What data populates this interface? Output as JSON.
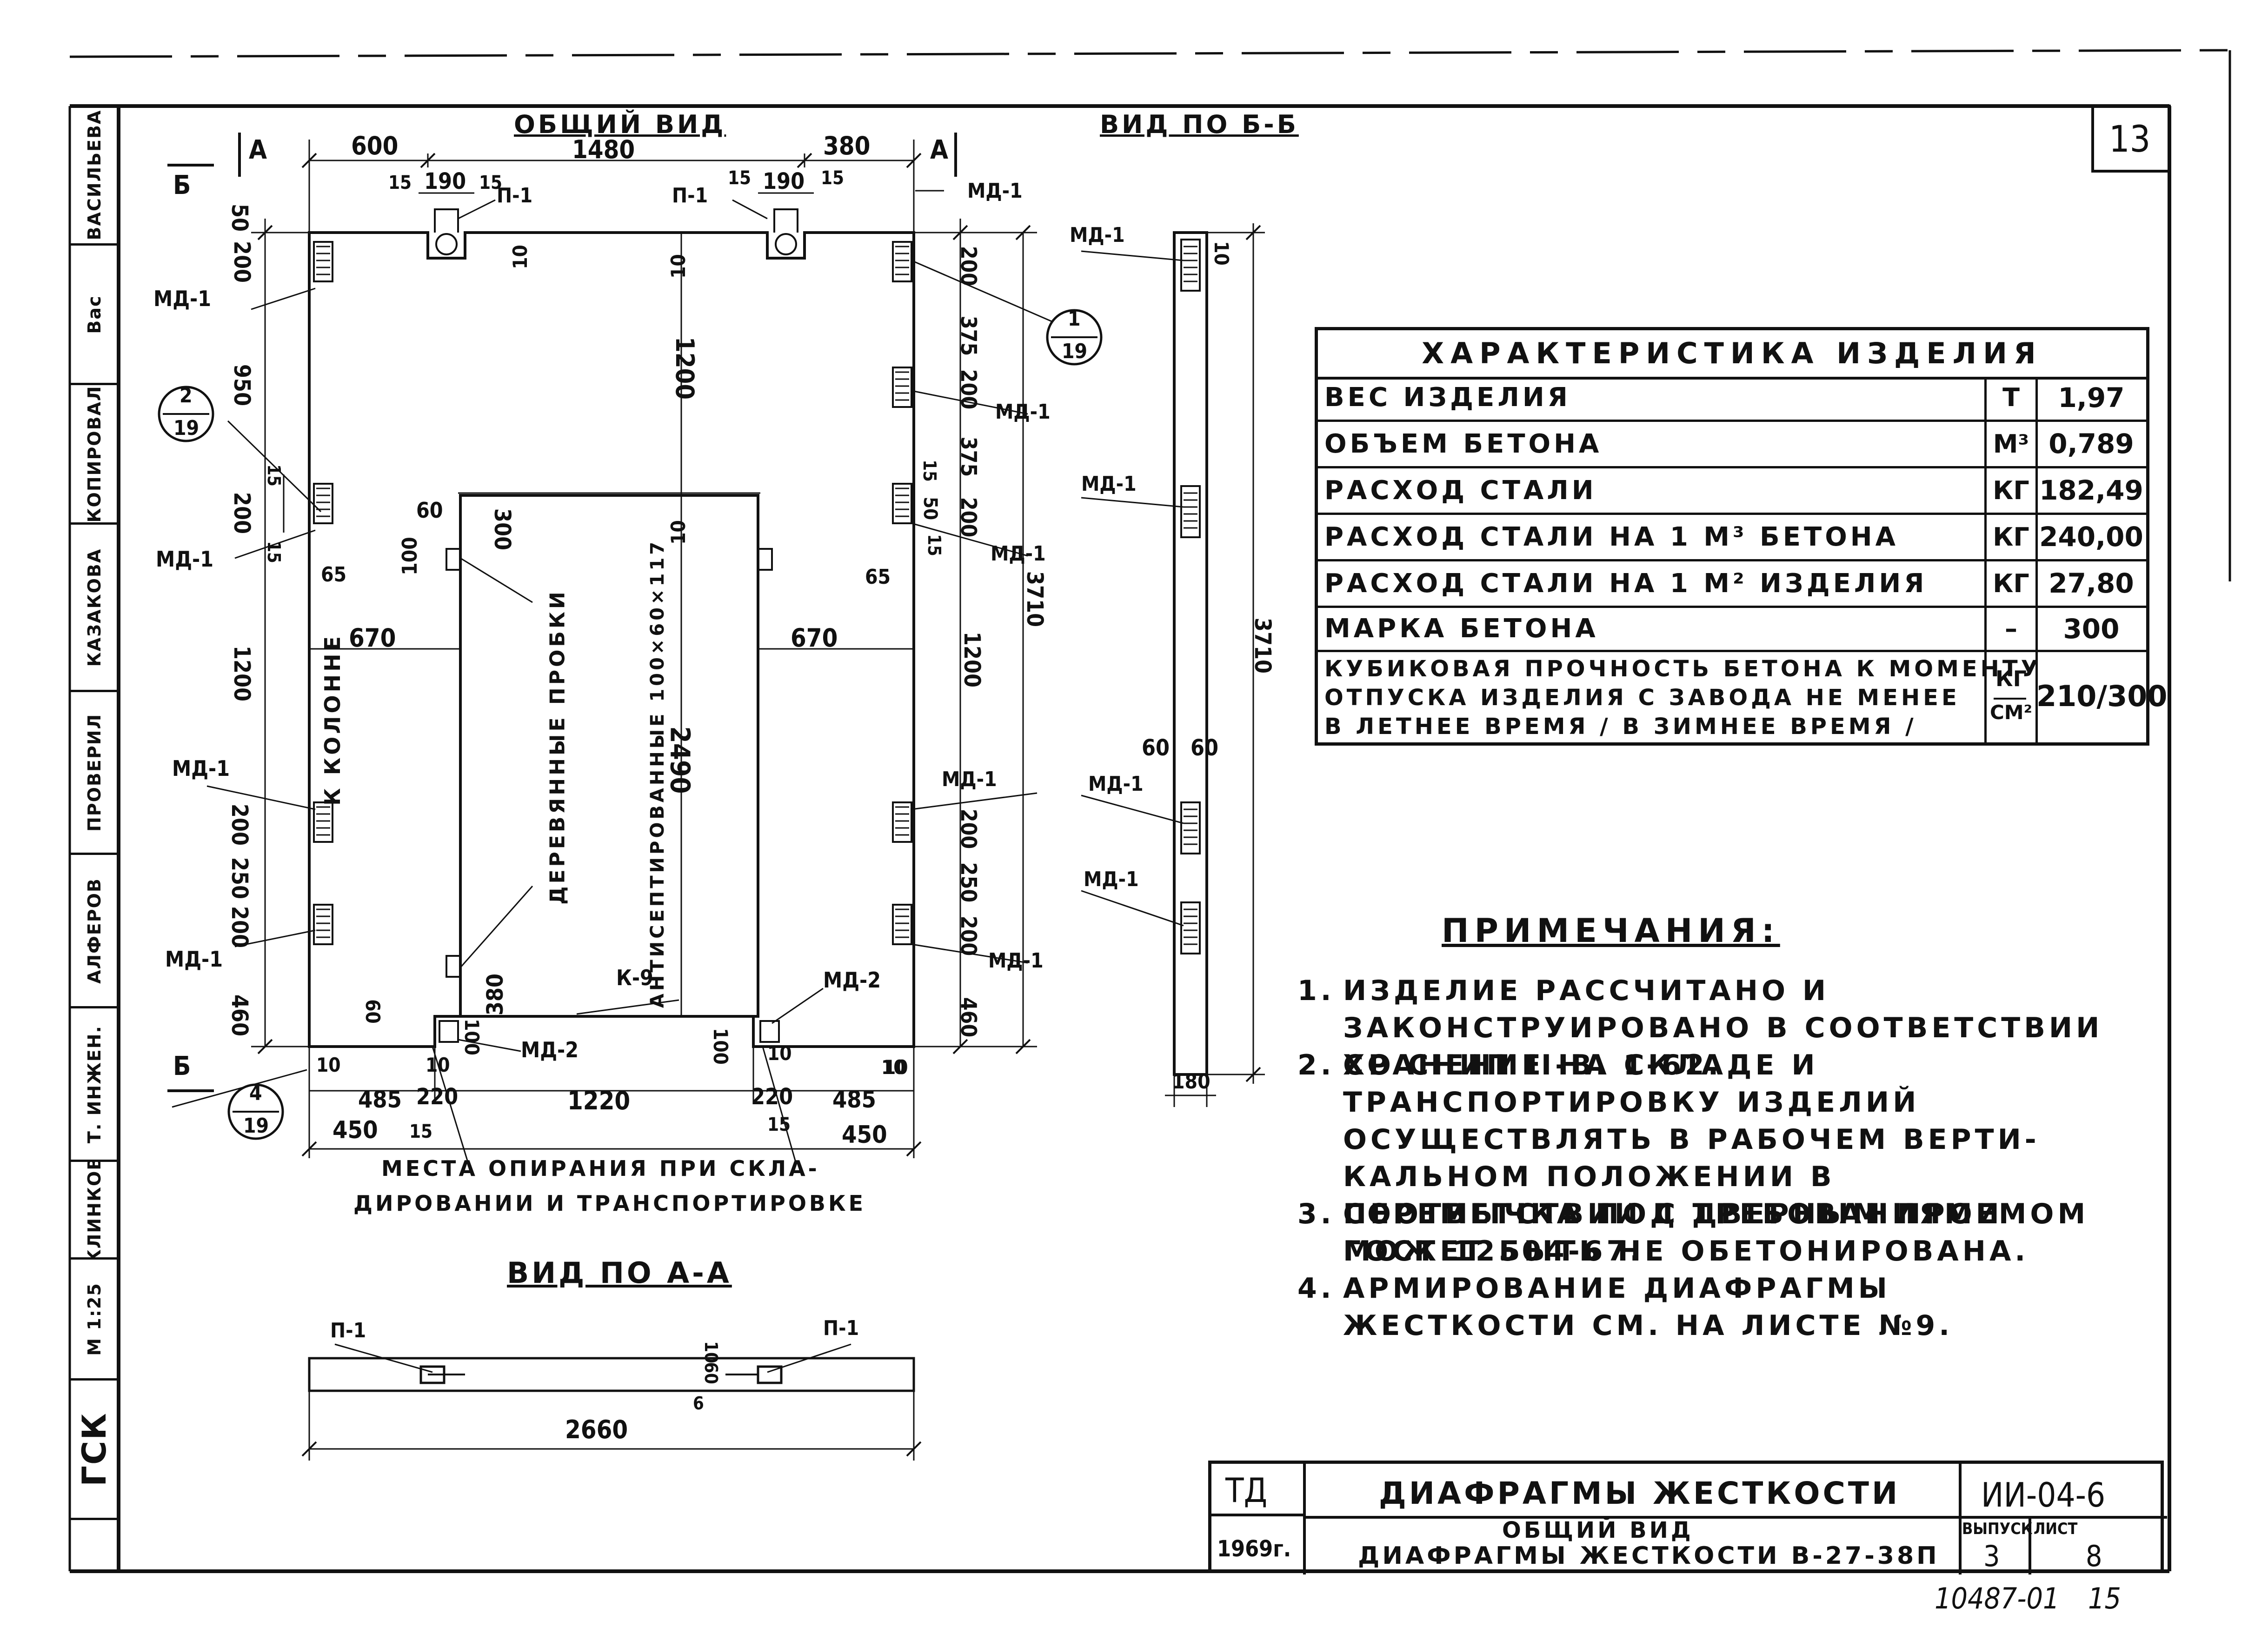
{
  "sheet": {
    "sheet_number": "13",
    "bottom_stamp": "10487-01",
    "bottom_stamp_page": "15"
  },
  "sidebar": {
    "cells": [
      {
        "label": "ВАСИЛЬЕВА"
      },
      {
        "label": "Вас"
      },
      {
        "label": "КОПИРОВАЛ"
      },
      {
        "label": "КАЗАКОВА"
      },
      {
        "label": "ПРОВЕРИЛ"
      },
      {
        "label": "АЛФЕРОВ"
      },
      {
        "label": "Т. ИНЖЕН."
      },
      {
        "label": "КЛИНКОВ"
      },
      {
        "label": "М 1:25"
      },
      {
        "label": "ГСК"
      }
    ]
  },
  "general_view": {
    "title": "ОБЩИЙ ВИД",
    "section_marks": {
      "b_left": "Б",
      "b_left_bottom": "Б",
      "a_left": "А",
      "a_right": "А"
    },
    "dims_top": {
      "left": "600",
      "total": "1480",
      "right": "380",
      "d15a": "15",
      "d190a": "190",
      "d15b": "15",
      "d15c": "15",
      "d190b": "190",
      "d15d": "15",
      "d10": "10",
      "d10b": "10"
    },
    "dims_left": {
      "d50": "50",
      "d200a": "200",
      "d950": "950",
      "d15a": "15",
      "d200b": "200",
      "d15b": "15",
      "d1200": "1200",
      "d200c": "200",
      "d250": "250",
      "d200d": "200",
      "d460": "460",
      "d65": "65",
      "d670": "670"
    },
    "dims_right": {
      "d200a": "200",
      "d375a": "375",
      "d200b": "200",
      "d375b": "375",
      "d15a": "15",
      "d50": "50",
      "d200c": "200",
      "d15b": "15",
      "d1200": "1200",
      "d3710": "3710",
      "d200d": "200",
      "d250": "250",
      "d200e": "200",
      "d460": "460",
      "d65": "65",
      "d670": "670",
      "d10": "10"
    },
    "dims_inner": {
      "d1200": "1200",
      "d10": "10",
      "d2490": "2490",
      "d60": "60",
      "d100": "100",
      "d300": "300",
      "d380": "380"
    },
    "dims_bottom": {
      "d10a": "10",
      "d485a": "485",
      "d220a": "220",
      "d1220": "1220",
      "d220b": "220",
      "d485b": "485",
      "d450a": "450",
      "d15a": "15",
      "d15b": "15",
      "d450b": "450",
      "d10b": "10",
      "d60": "60",
      "d100a": "100",
      "d100b": "100",
      "d10c": "10",
      "d10d": "10"
    },
    "labels": {
      "md1": "МД-1",
      "md2": "МД-2",
      "p1": "П-1",
      "k9": "К-9",
      "to_column": "К КОЛОННЕ",
      "plugs_line1": "ДЕРЕВЯННЫЕ ПРОБКИ",
      "plugs_line2": "АНТИСЕПТИРОВАННЫЕ 100×60×117",
      "support_line1": "МЕСТА ОПИРАНИЯ ПРИ СКЛА-",
      "support_line2": "ДИРОВАНИИ И ТРАНСПОРТИРОВКЕ"
    },
    "callouts": [
      {
        "top": "1",
        "bottom": "19"
      },
      {
        "top": "2",
        "bottom": "19"
      },
      {
        "top": "4",
        "bottom": "19"
      }
    ]
  },
  "view_bb": {
    "title": "ВИД ПО Б-Б",
    "md1": "МД-1",
    "d10": "10",
    "d3710": "3710",
    "d60a": "60",
    "d60b": "60",
    "d180": "180"
  },
  "view_aa": {
    "title": "ВИД ПО А-А",
    "p1": "П-1",
    "d2660": "2660",
    "d10": "10",
    "d60": "60",
    "d6": "6"
  },
  "characteristics": {
    "title": "ХАРАКТЕРИСТИКА ИЗДЕЛИЯ",
    "rows": [
      {
        "name": "ВЕС ИЗДЕЛИЯ",
        "unit": "Т",
        "value": "1,97"
      },
      {
        "name": "ОБЪЕМ БЕТОНА",
        "unit": "М³",
        "value": "0,789"
      },
      {
        "name": "РАСХОД СТАЛИ",
        "unit": "КГ",
        "value": "182,49"
      },
      {
        "name": "РАСХОД СТАЛИ НА 1 М³ БЕТОНА",
        "unit": "КГ",
        "value": "240,00"
      },
      {
        "name": "РАСХОД СТАЛИ НА 1 М² ИЗДЕЛИЯ",
        "unit": "КГ",
        "value": "27,80"
      },
      {
        "name": "МАРКА БЕТОНА",
        "unit": "–",
        "value": "300"
      },
      {
        "name_lines": [
          "КУБИКОВАЯ ПРОЧНОСТЬ БЕТОНА К МОМЕНТУ",
          "ОТПУСКА ИЗДЕЛИЯ С ЗАВОДА НЕ МЕНЕЕ",
          "В ЛЕТНЕЕ ВРЕМЯ / В ЗИМНЕЕ ВРЕМЯ /"
        ],
        "unit_top": "КГ",
        "unit_bottom": "СМ²",
        "value": "210/300"
      }
    ]
  },
  "notes": {
    "title": "ПРИМЕЧАНИЯ:",
    "items": [
      {
        "num": "1.",
        "text": "ИЗДЕЛИЕ РАССЧИТАНО И ЗАКОНСТРУИРОВАНО В СООТВЕТСТВИИ СО СНИП II-В. 1-62."
      },
      {
        "num": "2.",
        "text": "ХРАНЕНИЕ НА СКЛАДЕ И ТРАНСПОРТИРОВКУ ИЗДЕЛИЙ ОСУЩЕСТВЛЯТЬ В РАБОЧЕМ ВЕРТИ-КАЛЬНОМ ПОЛОЖЕНИИ В СООТВЕТСТВИИ С ТРЕБОВАНИЯМИ ГОСТ 12504-67."
      },
      {
        "num": "3.",
        "text": "ПЕРЕМЫЧКА ПОД ДВЕРНЫМ ПРОЕМОМ МОЖЕТ БЫТЬ НЕ ОБЕТОНИРОВАНА."
      },
      {
        "num": "4.",
        "text": "АРМИРОВАНИЕ ДИАФРАГМЫ ЖЕСТКОСТИ СМ. НА ЛИСТЕ №9."
      }
    ]
  },
  "title_block": {
    "org": "ТД",
    "year": "1969г.",
    "title": "ДИАФРАГМЫ ЖЕСТКОСТИ",
    "subtitle_line1": "ОБЩИЙ ВИД",
    "subtitle_line2": "ДИАФРАГМЫ ЖЕСТКОСТИ В-27-38П",
    "series": "ИИ-04-6",
    "issue_label": "ВЫПУСК",
    "sheet_label": "ЛИСТ",
    "issue": "3",
    "sheet": "8"
  }
}
